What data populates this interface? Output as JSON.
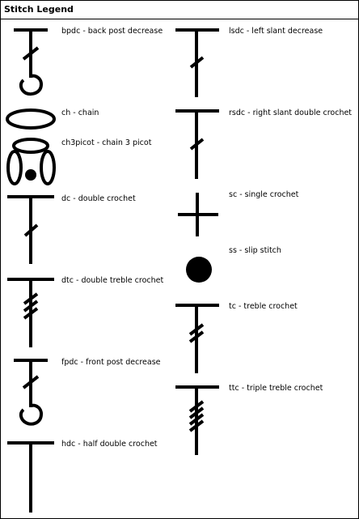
{
  "title": "Stitch Legend",
  "stitches": [
    {
      "abbr": "bpdc",
      "name": "back post decrease"
    },
    {
      "abbr": "ch",
      "name": "chain"
    },
    {
      "abbr": "ch3picot",
      "name": "chain 3 picot"
    },
    {
      "abbr": "dc",
      "name": "double crochet"
    },
    {
      "abbr": "dtc",
      "name": "double treble crochet"
    },
    {
      "abbr": "fpdc",
      "name": "front post decrease"
    },
    {
      "abbr": "hdc",
      "name": "half double crochet"
    },
    {
      "abbr": "lsdc",
      "name": "left slant decrease"
    },
    {
      "abbr": "rsdc",
      "name": "right slant double crochet"
    },
    {
      "abbr": "sc",
      "name": "single crochet"
    },
    {
      "abbr": "ss",
      "name": "slip stitch"
    },
    {
      "abbr": "tc",
      "name": "treble crochet"
    },
    {
      "abbr": "ttc",
      "name": "triple treble crochet"
    }
  ],
  "labels": [
    "bpdc - back post decrease",
    "ch - chain",
    "ch3picot - chain 3 picot",
    "dc - double crochet",
    "dtc - double treble crochet",
    "fpdc - front post decrease",
    "hdc - half double crochet",
    "lsdc - left slant decrease",
    "rsdc - right slant double crochet",
    "sc - single crochet",
    "ss - slip stitch",
    "tc - treble crochet",
    "ttc - triple treble crochet"
  ]
}
